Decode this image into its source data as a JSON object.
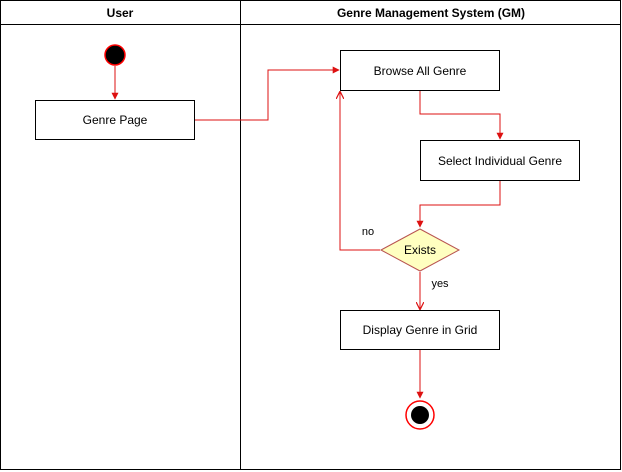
{
  "lanes": {
    "user": "User",
    "system": "Genre Management System (GM)"
  },
  "nodes": {
    "genre_page": "Genre Page",
    "browse_all": "Browse All Genre",
    "select_individual": "Select Individual Genre",
    "exists": "Exists",
    "display_grid": "Display Genre in Grid"
  },
  "edges": {
    "no": "no",
    "yes": "yes"
  },
  "colors": {
    "line": "#dd1111",
    "decision_fill": "#ffffc0",
    "decision_stroke": "#b85450",
    "node_stroke": "#000000",
    "start_fill": "#000000",
    "start_stroke": "#ff0000",
    "lane_stroke": "#000000"
  }
}
